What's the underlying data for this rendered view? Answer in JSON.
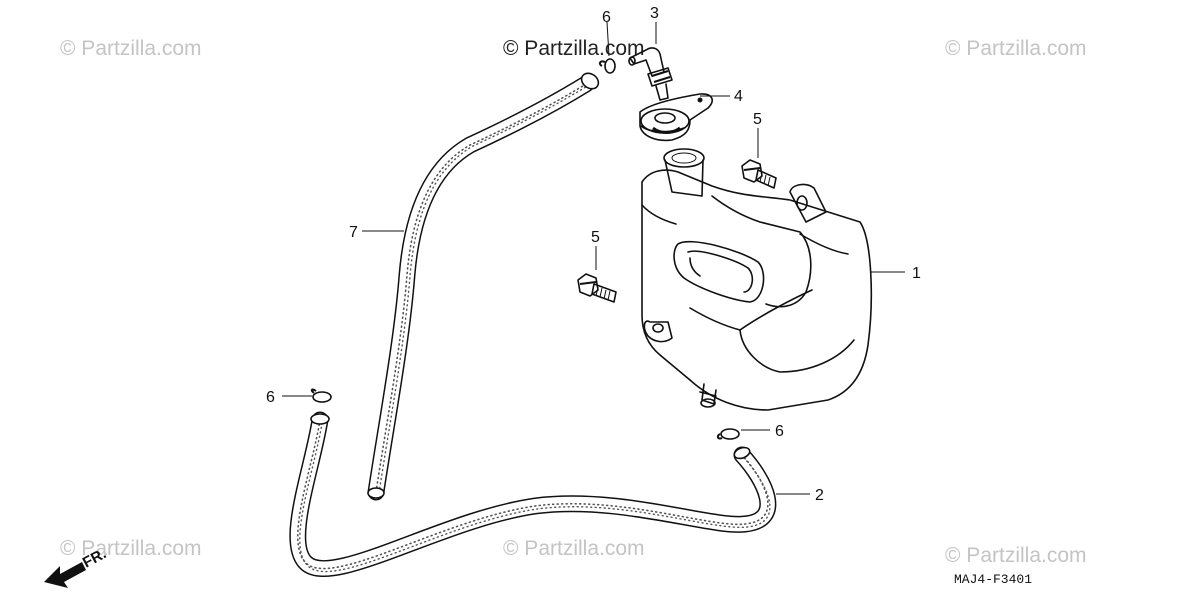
{
  "watermarks": {
    "top_left": "© Partzilla.com",
    "top_center": "© Partzilla.com",
    "top_right": "© Partzilla.com",
    "bottom_left": "© Partzilla.com",
    "bottom_center": "© Partzilla.com",
    "bottom_right": "© Partzilla.com"
  },
  "callouts": {
    "reservoir_tank": "1",
    "lower_hose": "2",
    "cap_elbow": "3",
    "tank_cap": "4",
    "bolt_upper": "5",
    "bolt_left": "5",
    "clip_top": "6",
    "clip_left": "6",
    "clip_right": "6",
    "overflow_hose": "7"
  },
  "front_indicator": "FR.",
  "diagram_code": "MAJ4-F3401"
}
